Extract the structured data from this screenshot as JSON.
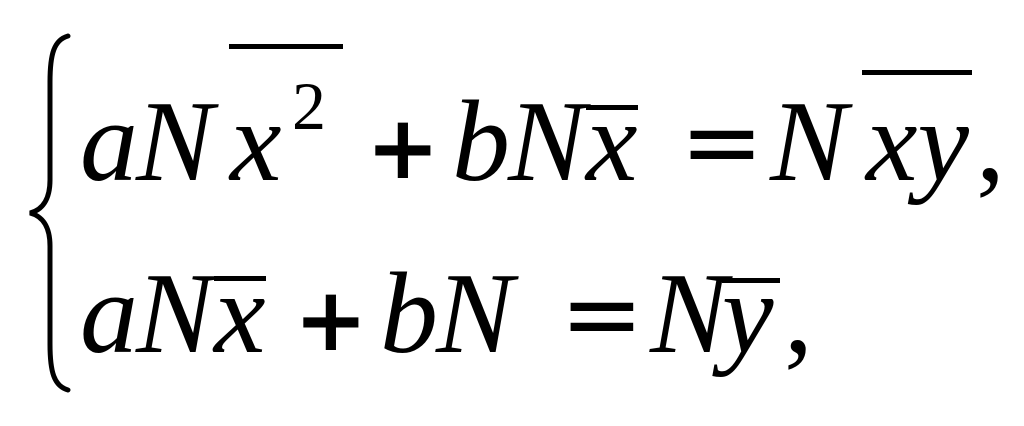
{
  "system": {
    "brace": "{",
    "equation_1": {
      "a": "a",
      "N1": "N",
      "x": "x",
      "exp": "2",
      "plus": "+",
      "b": "b",
      "N2": "N",
      "x_bar": "x",
      "equals": "=",
      "N3": "N",
      "xy_bar": "xy",
      "comma": ","
    },
    "equation_2": {
      "a": "a",
      "N1": "N",
      "x_bar": "x",
      "plus": "+",
      "b": "b",
      "N2": "N",
      "equals": "=",
      "N3": "N",
      "y_bar": "y",
      "comma": ","
    }
  }
}
